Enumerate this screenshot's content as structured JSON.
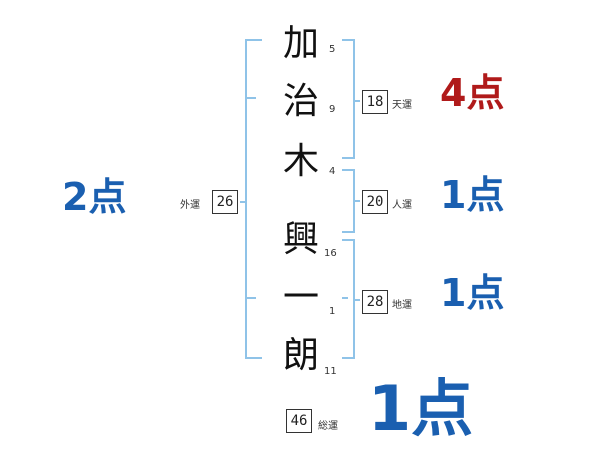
{
  "name_chars": [
    {
      "char": "加",
      "strokes": "5"
    },
    {
      "char": "治",
      "strokes": "9"
    },
    {
      "char": "木",
      "strokes": "4"
    },
    {
      "char": "興",
      "strokes": "16"
    },
    {
      "char": "一",
      "strokes": "1"
    },
    {
      "char": "朗",
      "strokes": "11"
    }
  ],
  "fortunes": {
    "gaiun": {
      "label": "外運",
      "value": "26",
      "score": "2点",
      "color": "#1a5fb0"
    },
    "tenun": {
      "label": "天運",
      "value": "18",
      "score": "4点",
      "color": "#b01a1a"
    },
    "jinun": {
      "label": "人運",
      "value": "20",
      "score": "1点",
      "color": "#1a5fb0"
    },
    "chiun": {
      "label": "地運",
      "value": "28",
      "score": "1点",
      "color": "#1a5fb0"
    },
    "souun": {
      "label": "総運",
      "value": "46",
      "score": "1点",
      "color": "#1a5fb0"
    }
  },
  "colors": {
    "bracket": "#8fc3e8",
    "good": "#b01a1a",
    "normal": "#1a5fb0"
  }
}
